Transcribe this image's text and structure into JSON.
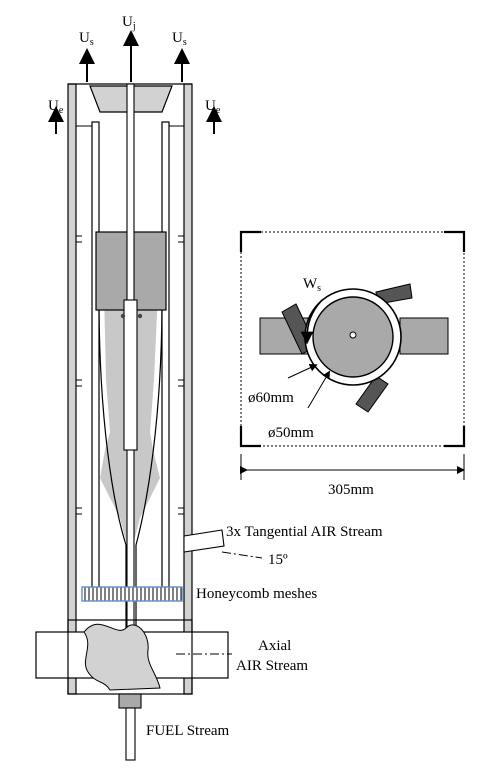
{
  "labels": {
    "us_left": "U",
    "us_left_sub": "s",
    "uj": "U",
    "uj_sub": "j",
    "us_right": "U",
    "us_right_sub": "s",
    "ue_left": "U",
    "ue_left_sub": "e",
    "ue_right": "U",
    "ue_right_sub": "e",
    "ws": "W",
    "ws_sub": "s",
    "d60": "ø60mm",
    "d50": "ø50mm",
    "width": "305mm",
    "tangential": "3x Tangential AIR Stream",
    "angle": "15º",
    "honeycomb": "Honeycomb meshes",
    "axial_line1": "Axial",
    "axial_line2": "AIR Stream",
    "fuel": "FUEL Stream"
  },
  "colors": {
    "line": "#000000",
    "wall": "#d2d2d2",
    "bluff_body": "#a9a9a9",
    "flow": "#c8c8c8",
    "mesh": "#5b8fc9"
  }
}
